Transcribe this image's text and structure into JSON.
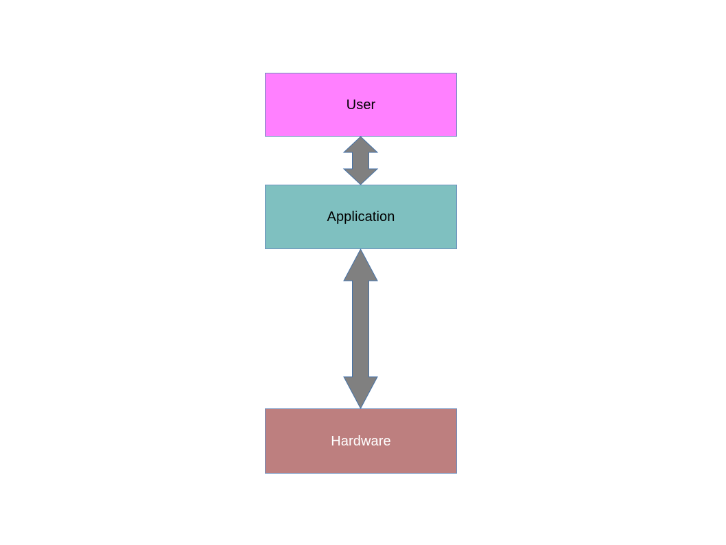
{
  "diagram": {
    "title": "User / Application / Hardware layered stack",
    "background_color": "#ffffff",
    "node_border_color": "#6c8ebf",
    "arrow_fill_color": "#808080",
    "arrow_border_color": "#4472a8",
    "nodes": [
      {
        "id": "user",
        "label": "User",
        "fill_color": "#ff80ff",
        "text_color": "#000000"
      },
      {
        "id": "application",
        "label": "Application",
        "fill_color": "#7fc0c0",
        "text_color": "#000000"
      },
      {
        "id": "hardware",
        "label": "Hardware",
        "fill_color": "#bd7f7f",
        "text_color": "#ffffff"
      }
    ],
    "connectors": [
      {
        "id": "user-application",
        "from": "user",
        "to": "application",
        "style": "double-headed-block-arrow",
        "label": ""
      },
      {
        "id": "application-hardware",
        "from": "application",
        "to": "hardware",
        "style": "double-headed-block-arrow",
        "label": ""
      }
    ]
  }
}
